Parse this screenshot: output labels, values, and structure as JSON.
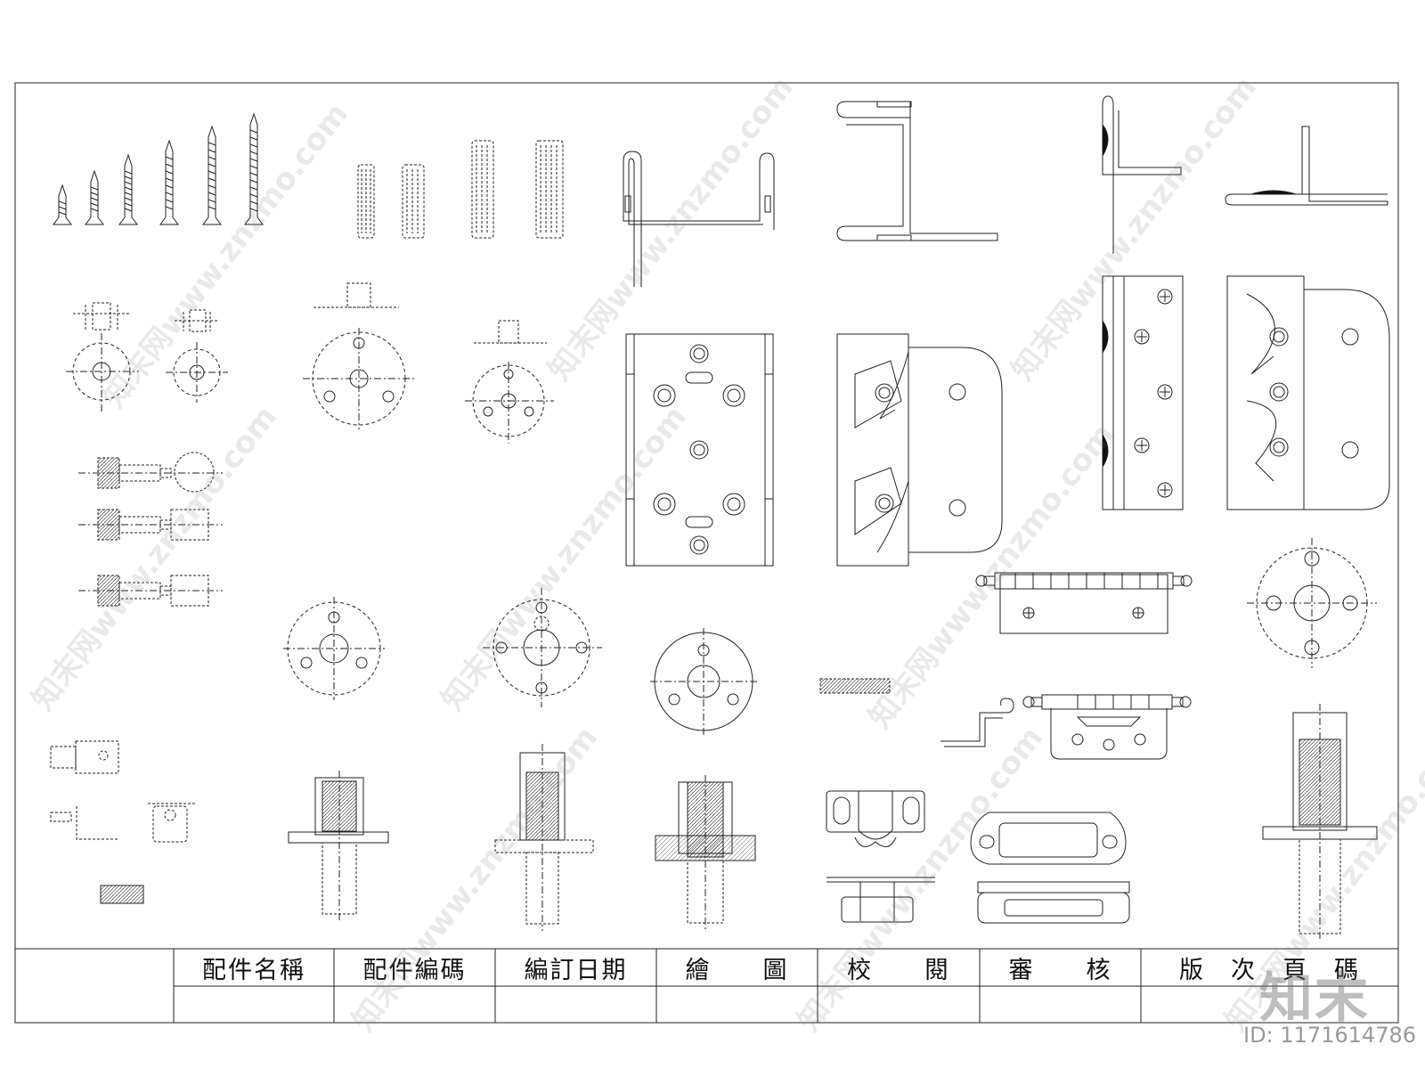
{
  "title_block": {
    "headers": [
      "配件名稱",
      "配件編碼",
      "編訂日期",
      "繪　　圖",
      "校　　閱",
      "審　　核",
      "版　次　頁　碼"
    ]
  },
  "watermark": {
    "text": "知末网www.znzmo.com",
    "logo": "知末",
    "image_id": "ID: 1171614786"
  },
  "parts": [
    {
      "name": "self-tapping-screws",
      "count": 6
    },
    {
      "name": "wood-dowels",
      "count": 4
    },
    {
      "name": "bent-brackets",
      "count": 4
    },
    {
      "name": "cam-lock-fittings",
      "count": 4
    },
    {
      "name": "connector-bolts",
      "count": 3
    },
    {
      "name": "mounting-plates",
      "count": 3
    },
    {
      "name": "hinges",
      "count": 5
    },
    {
      "name": "threaded-inserts",
      "count": 4
    },
    {
      "name": "door-catches",
      "count": 2
    }
  ],
  "colors": {
    "line": "#222222",
    "background": "#ffffff",
    "watermark": "#9a9a9a"
  }
}
